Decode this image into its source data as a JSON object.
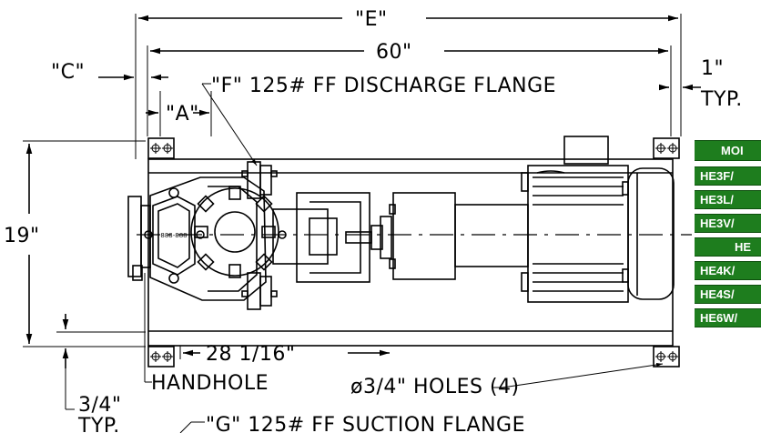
{
  "dimensions": {
    "E": "\"E\"",
    "length_60": "60\"",
    "C": "\"C\"",
    "one_inch": "1\"",
    "typ_right": "TYP.",
    "A": "\"A\"",
    "F_label": "\"F\" 125# FF DISCHARGE FLANGE",
    "height_19": "19\"",
    "length_28": "28 1/16\"",
    "handhole": "HANDHOLE",
    "holes": "ø3/4\" HOLES (4)",
    "three_quarter": "3/4\"",
    "typ_left": "TYP.",
    "G_label": "\"G\" 125# FF SUCTION FLANGE"
  },
  "model_table": {
    "header": "MOI",
    "rows": [
      "HE3F/",
      "HE3L/",
      "HE3V/",
      "HE",
      "HE4K/",
      "HE4S/",
      "HE6W/"
    ]
  },
  "pump_badge": "888-888",
  "colors": {
    "table_green": "#1e7d1e",
    "line": "#000000"
  }
}
